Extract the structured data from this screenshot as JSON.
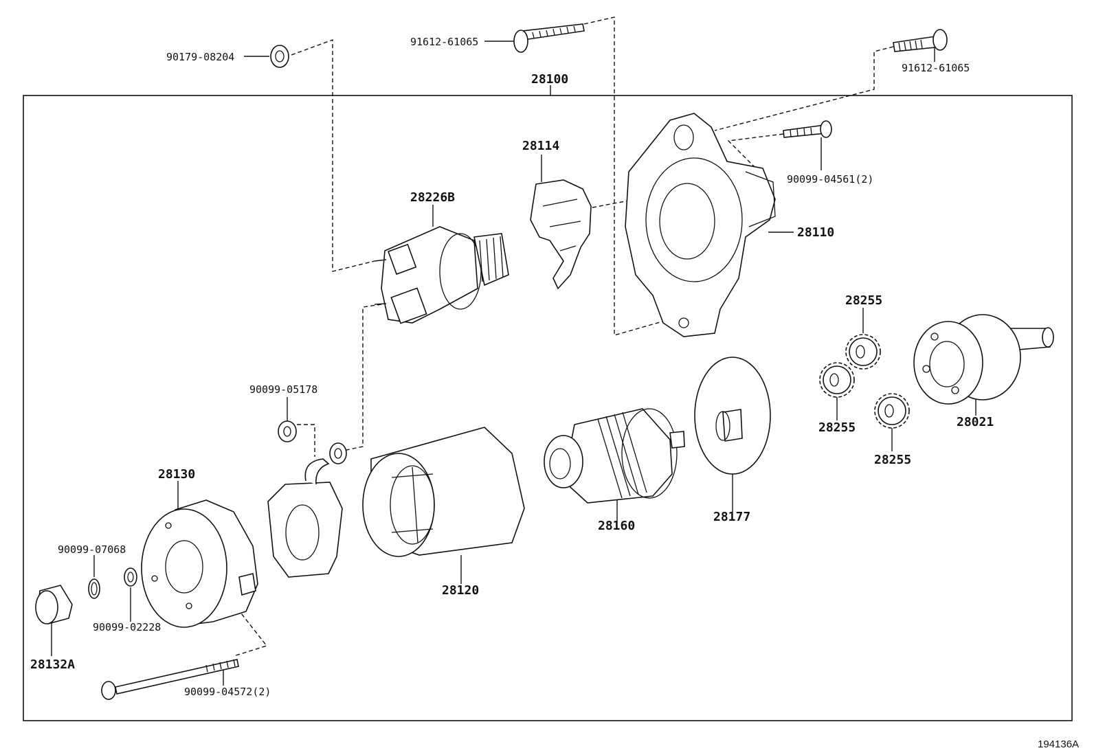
{
  "parts": {
    "p90179_08204": "90179-08204",
    "p91612_61065_a": "91612-61065",
    "p91612_61065_b": "91612-61065",
    "p28100": "28100",
    "p28114": "28114",
    "p90099_04561": "90099-04561(2)",
    "p28226B": "28226B",
    "p28110": "28110",
    "p28255_a": "28255",
    "p28255_b": "28255",
    "p28255_c": "28255",
    "p28021": "28021",
    "p90099_05178": "90099-05178",
    "p28130": "28130",
    "p28160": "28160",
    "p28177": "28177",
    "p90099_07068": "90099-07068",
    "p90099_02228": "90099-02228",
    "p28120": "28120",
    "p28132A": "28132A",
    "p90099_04572": "90099-04572(2)"
  },
  "figure_id": "194136A"
}
